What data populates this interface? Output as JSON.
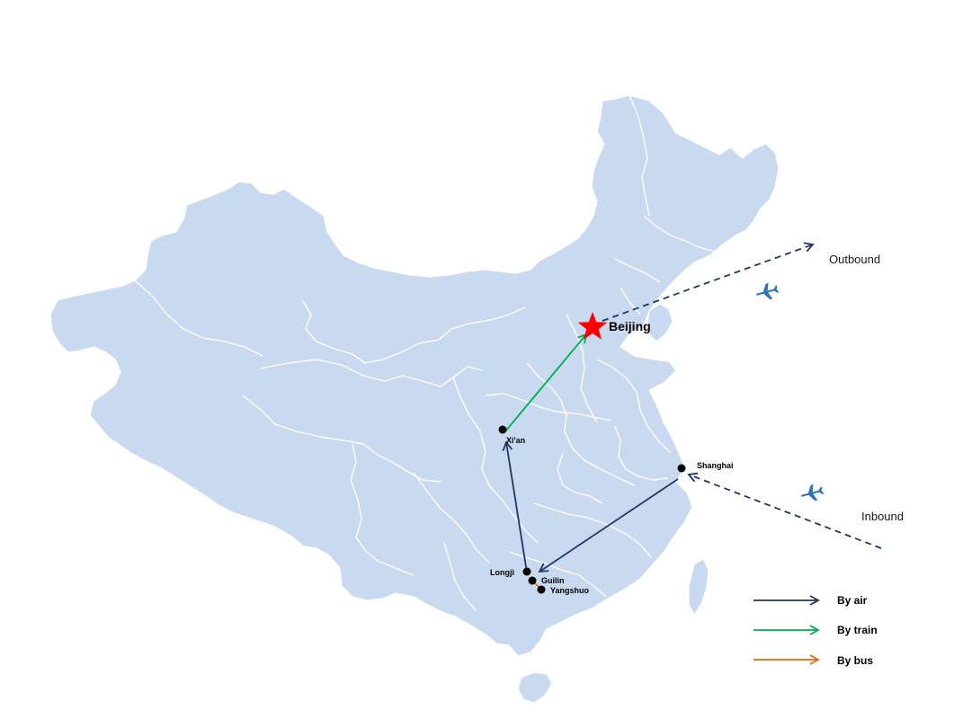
{
  "map": {
    "land_color": "#c9d9ef",
    "border_color": "#ffffff"
  },
  "cities": {
    "beijing": "Beijing",
    "xian": "Xi'an",
    "shanghai": "Shanghai",
    "longji": "Longji",
    "guilin": "Guilin",
    "yangshuo": "Yangshuo"
  },
  "labels": {
    "outbound": "Outbound",
    "inbound": "Inbound"
  },
  "icons": {
    "airplane_1": "airplane-icon",
    "airplane_2": "airplane-icon",
    "capital": "star-icon"
  },
  "colors": {
    "air": "#1f3864",
    "train": "#00b050",
    "bus": "#e36c09",
    "airplane": "#2e75b6",
    "capital_star": "#ff0000",
    "city_dot": "#000000"
  },
  "legend": {
    "items": [
      {
        "label": "By air",
        "color": "#1f3864"
      },
      {
        "label": "By train",
        "color": "#00b050"
      },
      {
        "label": "By bus",
        "color": "#e36c09"
      }
    ]
  }
}
